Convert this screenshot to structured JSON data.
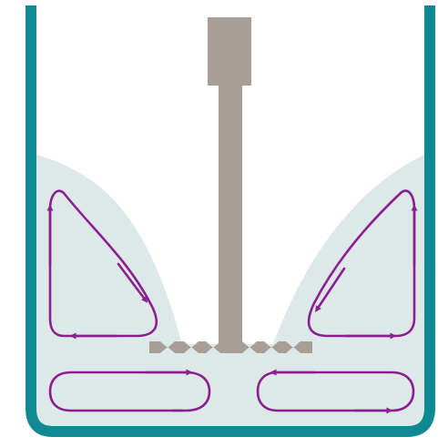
{
  "diagram": {
    "colors": {
      "background": "#ffffff",
      "vessel_wall": "#0f8a92",
      "liquid": "#dde8e9",
      "impeller": "#a79f97",
      "flow_arrows": "#8c1f8f"
    },
    "parts": [
      "vessel",
      "liquid",
      "impeller-shaft",
      "impeller-coupling",
      "impeller-blade"
    ],
    "flow_loops": [
      {
        "region": "upper-left",
        "direction": "counterclockwise"
      },
      {
        "region": "upper-right",
        "direction": "clockwise"
      },
      {
        "region": "lower-left",
        "direction": "clockwise"
      },
      {
        "region": "lower-right",
        "direction": "counterclockwise"
      }
    ]
  }
}
